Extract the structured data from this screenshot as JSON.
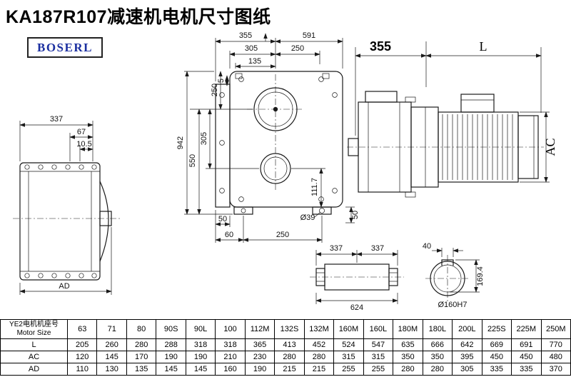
{
  "title": "KA187R107减速机电机尺寸图纸",
  "logo": {
    "text": "BOSERL",
    "color": "#1b2fa0"
  },
  "drawing": {
    "left_view": {
      "width": "337",
      "edge": "67",
      "edge_small": "10.5",
      "ad_label": "AD"
    },
    "front_view": {
      "width_to_center": "355",
      "width_total": "591",
      "top_305": "305",
      "top_250": "250",
      "top_135": "135",
      "left_942": "942",
      "left_550": "550",
      "left_305": "305",
      "left_250": "250",
      "left_5": "5",
      "right_111_7": "111.7",
      "bottom_50_left": "50",
      "bottom_60": "60",
      "bottom_250": "250",
      "hole_dia": "Ø39",
      "bottom_50_right": "50"
    },
    "side_view": {
      "gear_length": "355",
      "motor_length": "L",
      "motor_height": "AC"
    },
    "shaft_view": {
      "left_337": "337",
      "right_337": "337",
      "total_624": "624"
    },
    "bore_view": {
      "keyway_width": "40",
      "bore_depth": "169.4",
      "bore_dia": "Ø160H7"
    }
  },
  "table": {
    "row_header_cn": "YE2电机机座号",
    "row_header_en": "Motor Size",
    "sizes": [
      "63",
      "71",
      "80",
      "90S",
      "90L",
      "100",
      "112M",
      "132S",
      "132M",
      "160M",
      "160L",
      "180M",
      "180L",
      "200L",
      "225S",
      "225M",
      "250M"
    ],
    "rows": [
      {
        "label": "L",
        "values": [
          "205",
          "260",
          "280",
          "288",
          "318",
          "318",
          "365",
          "413",
          "452",
          "524",
          "547",
          "635",
          "666",
          "642",
          "669",
          "691",
          "770"
        ]
      },
      {
        "label": "AC",
        "values": [
          "120",
          "145",
          "170",
          "190",
          "190",
          "210",
          "230",
          "280",
          "280",
          "315",
          "315",
          "350",
          "350",
          "395",
          "450",
          "450",
          "480"
        ]
      },
      {
        "label": "AD",
        "values": [
          "110",
          "130",
          "135",
          "145",
          "145",
          "160",
          "190",
          "215",
          "215",
          "255",
          "255",
          "280",
          "280",
          "305",
          "335",
          "335",
          "370"
        ]
      }
    ]
  }
}
